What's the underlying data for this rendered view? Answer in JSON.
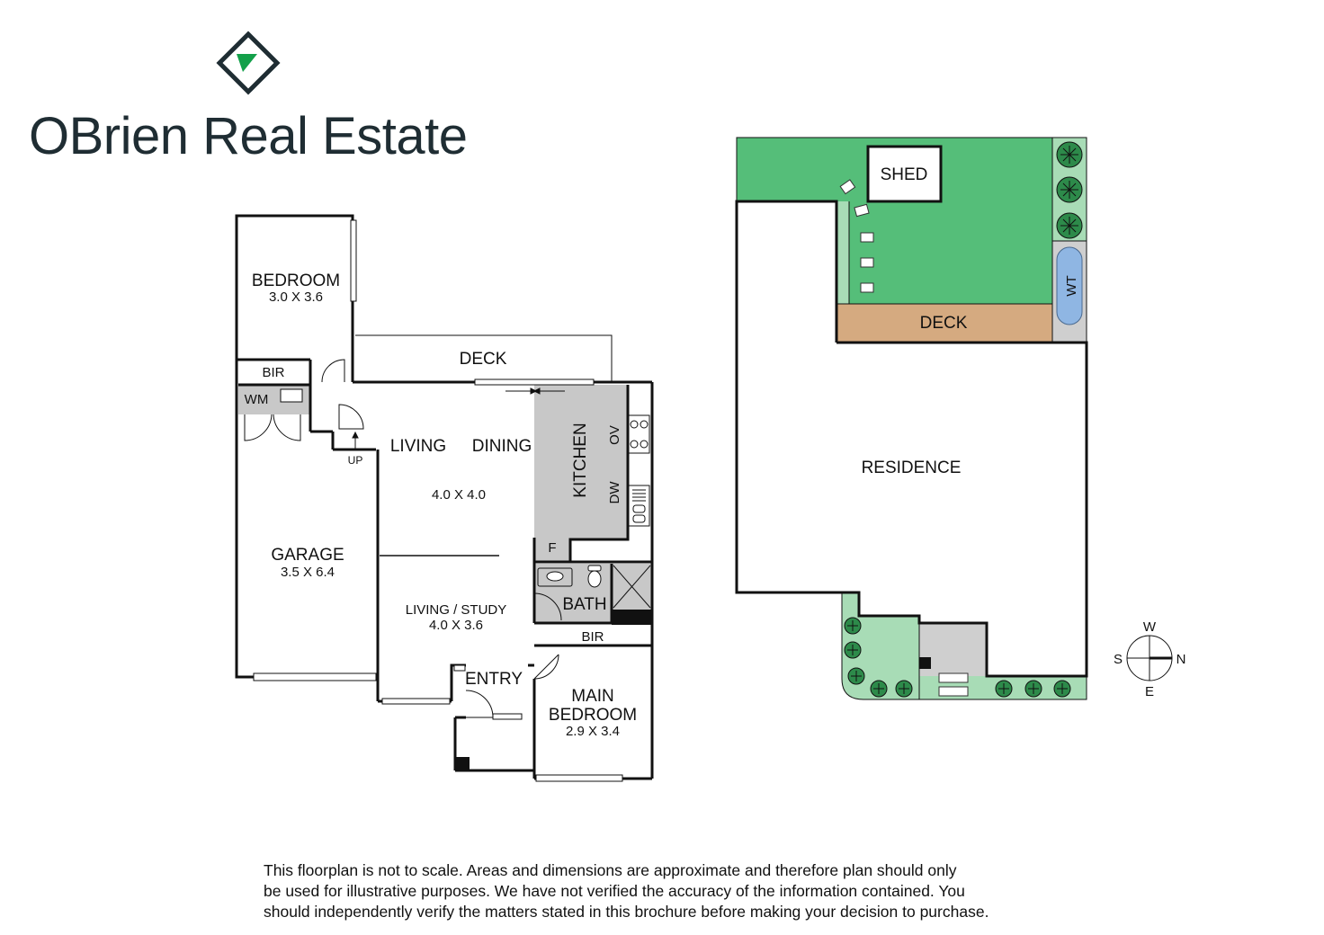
{
  "brand": {
    "name": "OBrien Real Estate",
    "logo_icon": "diamond-logo-icon",
    "accent_color": "#13a04a"
  },
  "floorplan": {
    "rooms": {
      "bedroom": {
        "name": "BEDROOM",
        "dims": "3.0 X 3.6"
      },
      "bir_top": "BIR",
      "wm": "WM",
      "up": "UP",
      "deck": "DECK",
      "living": "LIVING",
      "dining": "DINING",
      "living_dims": "4.0 X 4.0",
      "kitchen": "KITCHEN",
      "ov": "OV",
      "dw": "DW",
      "fridge": "F",
      "garage": {
        "name": "GARAGE",
        "dims": "3.5 X 6.4"
      },
      "bath": "BATH",
      "bir_main": "BIR",
      "living_study": {
        "name": "LIVING / STUDY",
        "dims": "4.0 X 3.6"
      },
      "entry": "ENTRY",
      "main_bedroom": {
        "line1": "MAIN",
        "line2": "BEDROOM",
        "dims": "2.9 X 3.4"
      }
    },
    "wall_color": "#111111",
    "wet_area_color": "#c8c8c8"
  },
  "siteplan": {
    "shed": "SHED",
    "deck": "DECK",
    "wt": "WT",
    "residence": "RESIDENCE",
    "colors": {
      "lawn": "#55be79",
      "garden": "#a8dcb6",
      "deck": "#d5aa80",
      "water_tank": "#8fb6e3",
      "paving": "#cfcfcf"
    }
  },
  "compass": {
    "w": "W",
    "s": "S",
    "n": "N",
    "e": "E"
  },
  "disclaimer": {
    "line1": "This floorplan is not to scale. Areas and dimensions are approximate and therefore plan should only",
    "line2": "be used for illustrative purposes. We have not verified the accuracy of the information contained. You",
    "line3": "should independently verify the matters stated in this brochure before making your decision to purchase."
  }
}
